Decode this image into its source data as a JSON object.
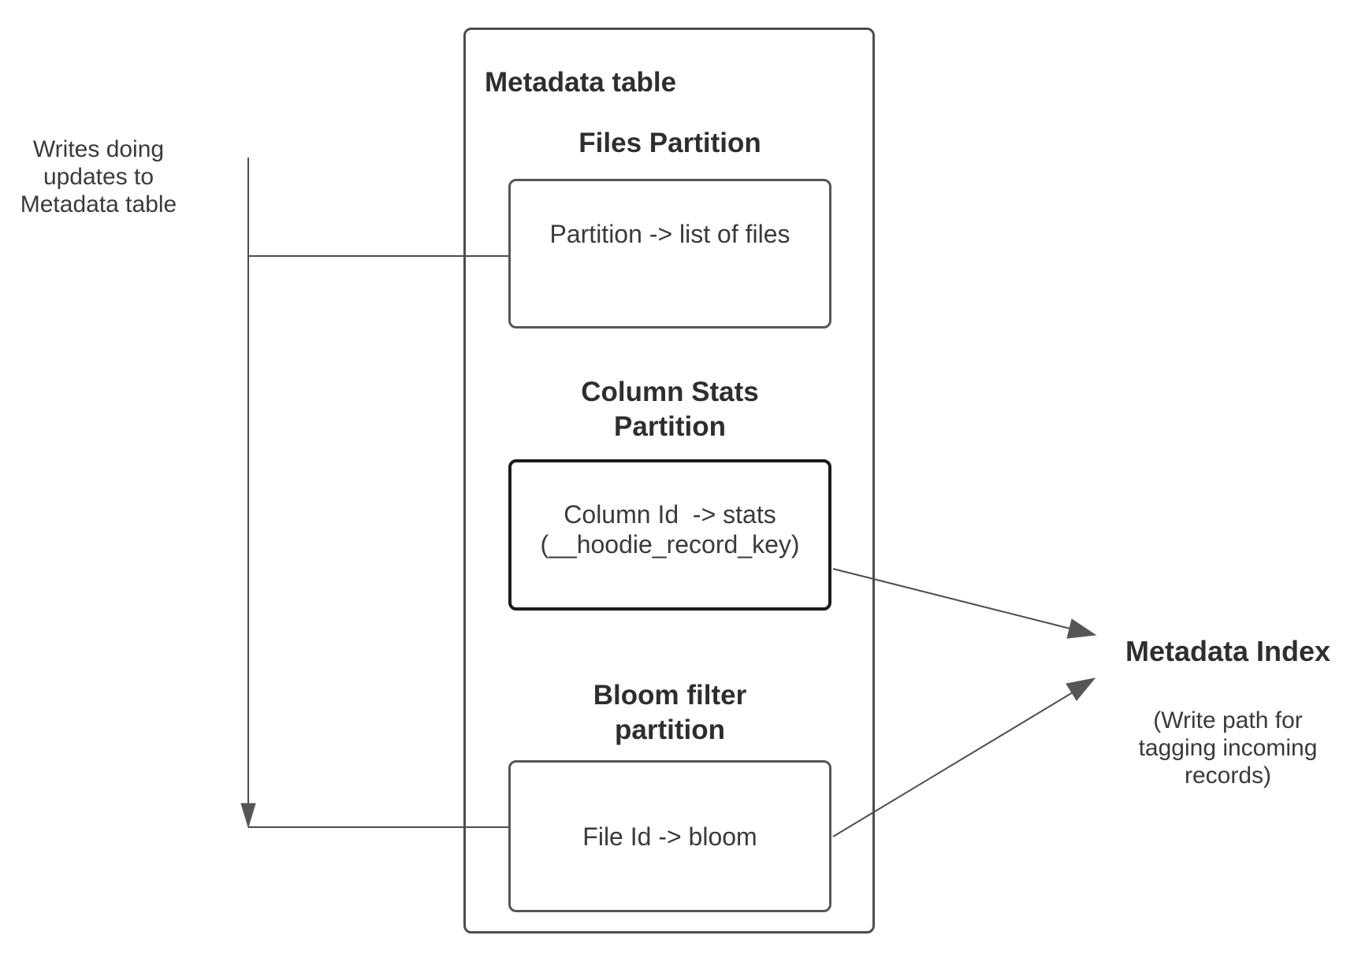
{
  "diagram": {
    "writes_annotation": "Writes doing\nupdates to\nMetadata table",
    "metadata_table": {
      "title": "Metadata table",
      "partitions": [
        {
          "heading": "Files Partition",
          "mapping": "Partition -> list of files"
        },
        {
          "heading": "Column Stats\nPartition",
          "mapping": "Column Id  -> stats\n(__hoodie_record_key)"
        },
        {
          "heading": "Bloom filter\npartition",
          "mapping": "File Id -> bloom"
        }
      ]
    },
    "metadata_index": {
      "title": "Metadata Index",
      "subtitle": "(Write path for\ntagging incoming\nrecords)"
    },
    "colors": {
      "stroke": "#4d4d4d",
      "stats_box_border": "#1c1c1c",
      "text": "#2e2e2e",
      "background": "#ffffff"
    }
  }
}
